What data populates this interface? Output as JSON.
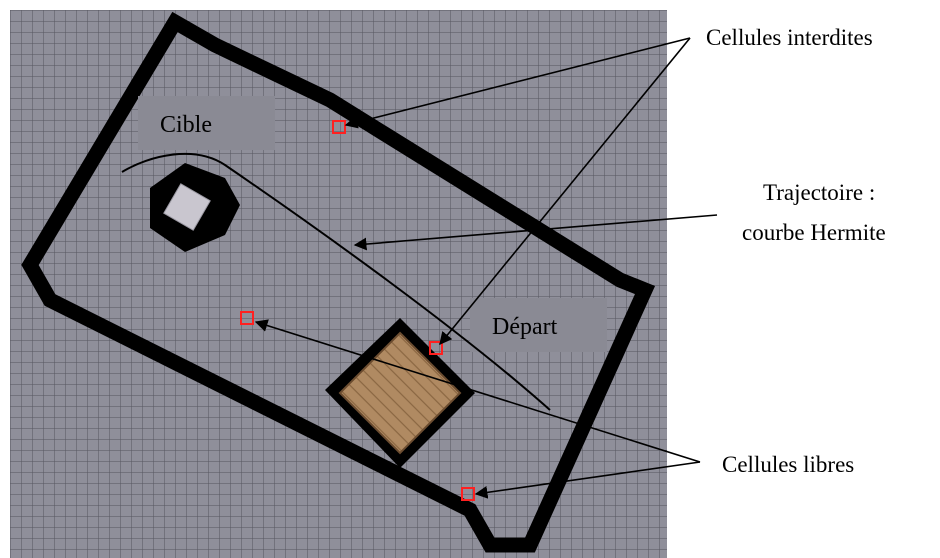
{
  "labels": {
    "target": "Cible",
    "start": "Départ"
  },
  "annotations": {
    "forbidden_cells": "Cellules interdites",
    "trajectory_line1": "Trajectoire :",
    "trajectory_line2": "courbe Hermite",
    "free_cells": "Cellules libres"
  },
  "colors": {
    "grid_background": "#8f8f9a",
    "grid_line": "#5a5a64",
    "obstacle_cell": "#000000",
    "marker": "#ff2020",
    "label_box": "#8a8a94",
    "target_square": "#c9c6cf",
    "crate_wood": "#b08a62"
  }
}
